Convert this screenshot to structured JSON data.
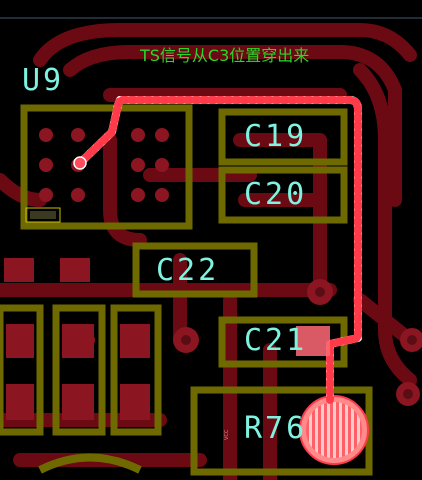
{
  "annotation": "TS信号从C3位置穿出来",
  "components": {
    "u9": "U9",
    "c19": "C19",
    "c20": "C20",
    "c22": "C22",
    "c21": "C21",
    "r76": "R76"
  },
  "colors": {
    "background": "#000000",
    "copper": "#6b0a12",
    "pad": "#8b1520",
    "silkscreen": "#7ff3e0",
    "courtyard": "#6e6a00",
    "highlight_trace": "#ff3b4a",
    "annotation": "#29d82a"
  },
  "pin_tags": {
    "r76_pin": "VCC"
  }
}
